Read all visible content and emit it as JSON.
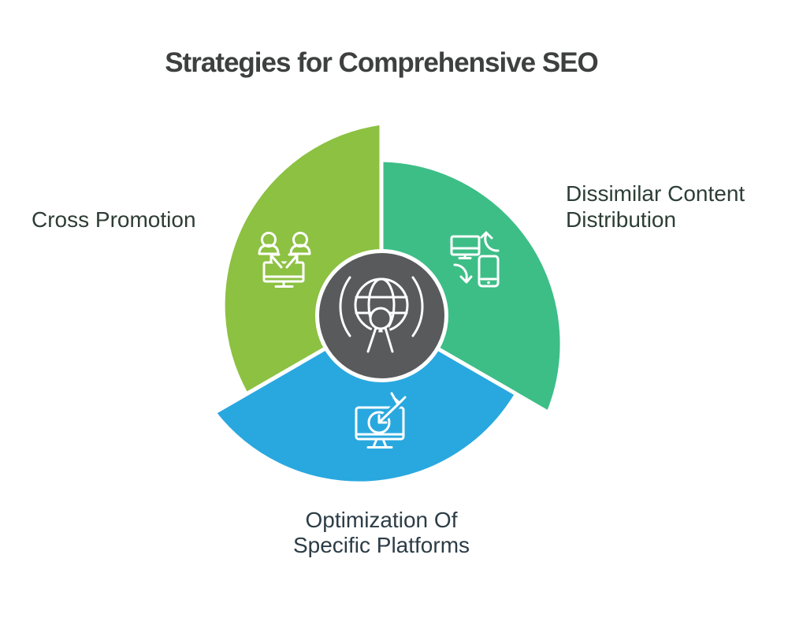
{
  "title": {
    "text": "Strategies for Comprehensive SEO",
    "color": "#3E4040"
  },
  "diagram": {
    "type": "pinwheel-pie",
    "center_icon": "globe-beacon-icon",
    "center_color": "#595A5C",
    "segments": [
      {
        "id": "cross-promotion",
        "label": "Cross Promotion",
        "color": "#8CC142",
        "icon": "audience-share-icon",
        "position": "top-left"
      },
      {
        "id": "dissimilar-content-distribution",
        "label": "Dissimilar Content\nDistribution",
        "color": "#3DBE87",
        "icon": "device-sync-icon",
        "position": "right"
      },
      {
        "id": "optimization-of-specific-platforms",
        "label": "Optimization Of\nSpecific Platforms",
        "color": "#29A8DF",
        "icon": "target-screen-icon",
        "position": "bottom"
      }
    ],
    "label_colors": {
      "left": "#2E3D35",
      "right": "#2D3E36",
      "bottom": "#2C3C46"
    }
  }
}
